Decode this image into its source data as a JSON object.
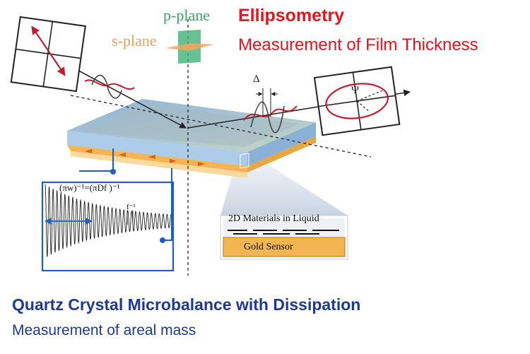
{
  "ellipsometry": {
    "title": "Ellipsometry",
    "subtitle": "Measurement of Film Thickness",
    "p_plane_label": "p-plane",
    "s_plane_label": "s-plane",
    "delta_symbol": "Δ",
    "psi_symbol": "Ψ"
  },
  "qcm": {
    "title": "Quartz Crystal Microbalance with Dissipation",
    "subtitle": "Measurement of areal mass",
    "formula": "(πw)⁻¹=(πDf )⁻¹",
    "f_inverse": "f⁻¹"
  },
  "inset": {
    "materials_label": "2D Materials in Liquid",
    "sensor_label": "Gold Sensor"
  },
  "colors": {
    "red": "#e8141c",
    "navy": "#1f3a93",
    "green": "#35a56a",
    "orange": "#e8a15c"
  }
}
